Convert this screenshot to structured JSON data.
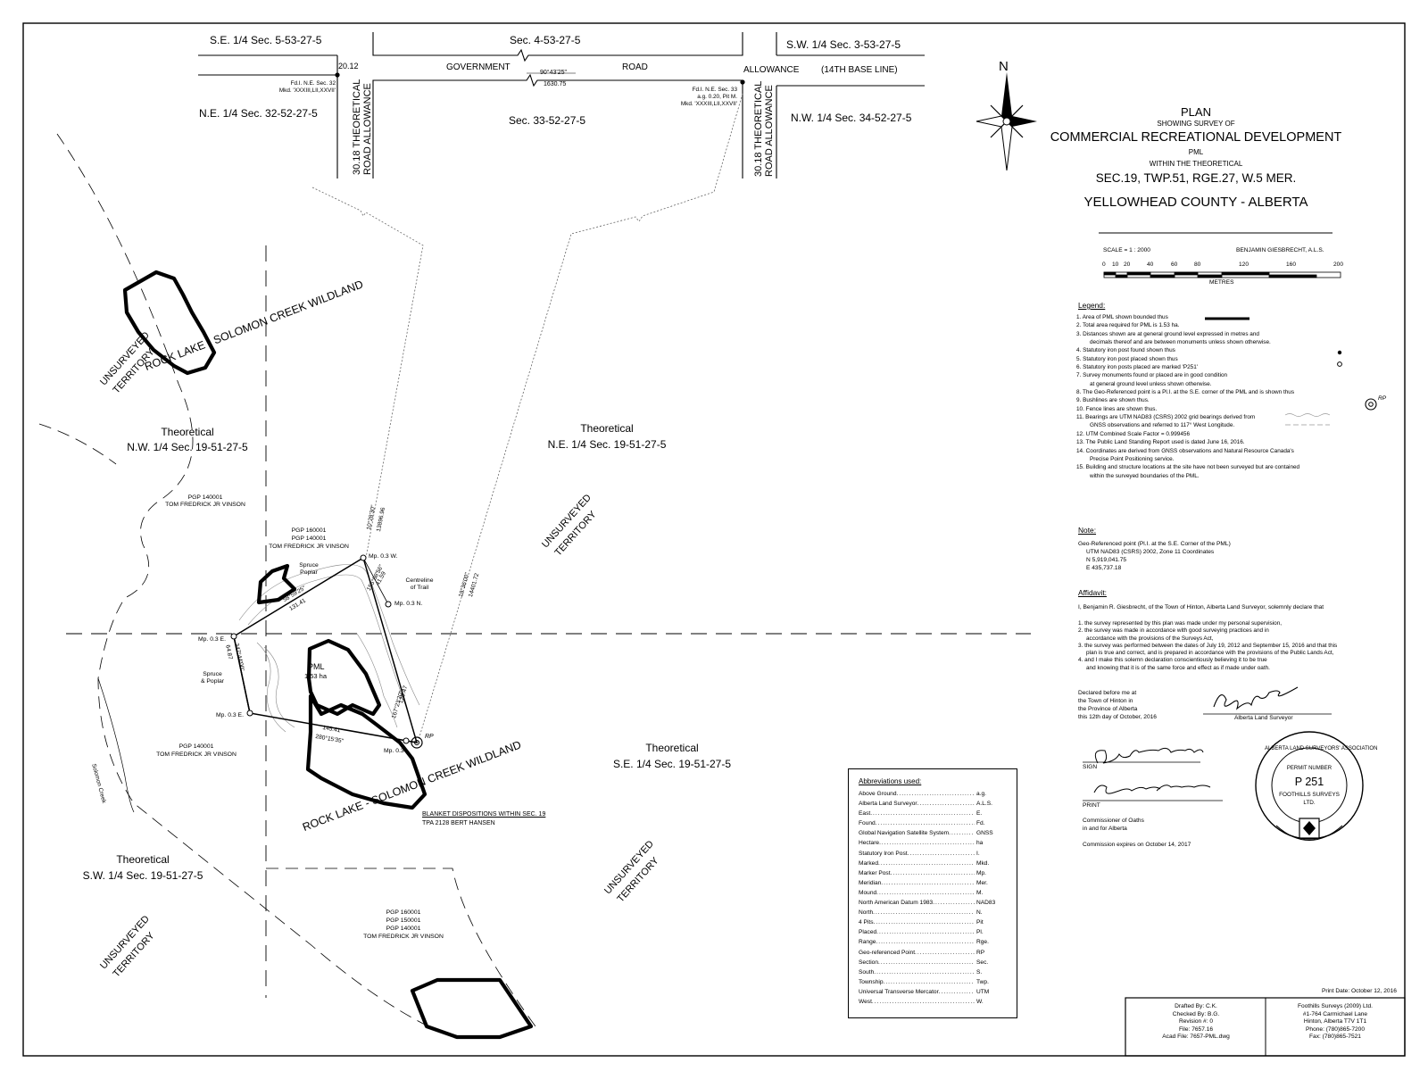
{
  "map": {
    "north_arrow": "N",
    "sections": {
      "se_5_53": "S.E. 1/4 Sec. 5-53-27-5",
      "sec_4_53": "Sec. 4-53-27-5",
      "sw_3_53": "S.W. 1/4 Sec. 3-53-27-5",
      "ne_32_52": "N.E. 1/4 Sec. 32-52-27-5",
      "sec_33_52": "Sec. 33-52-27-5",
      "nw_34_52": "N.W. 1/4 Sec. 34-52-27-5",
      "theoretical": "Theoretical",
      "nw_19": "N.W. 1/4 Sec. 19-51-27-5",
      "ne_19": "N.E. 1/4 Sec. 19-51-27-5",
      "se_19": "S.E. 1/4 Sec. 19-51-27-5",
      "sw_19": "S.W. 1/4 Sec. 19-51-27-5"
    },
    "road": {
      "government": "GOVERNMENT",
      "road": "ROAD",
      "allowance": "ALLOWANCE",
      "base_line": "(14TH BASE LINE)",
      "bearing": "90°43'25\"",
      "distance": "1630.75",
      "dist_2012": "20.12",
      "road_allow_1": "30.18 THEORETICAL",
      "road_allow_2": "ROAD ALLOWANCE",
      "fd_left_1": "Fd.I. N.E. Sec. 32",
      "fd_left_2": "Mkd. 'XXXIII,LII,XXVII'",
      "fd_right_1": "Fd.I. N.E. Sec. 33",
      "fd_right_2": "a.g. 0.20, Pit M.",
      "fd_right_3": "Mkd. 'XXXIII,LII,XXVII'"
    },
    "territory": {
      "unsurveyed": "UNSURVEYED",
      "territory": "TERRITORY"
    },
    "wildland": "ROCK LAKE - SOLOMON CREEK WILDLAND",
    "dispositions": {
      "pgp_140001": "PGP 140001",
      "pgp_150001": "PGP 150001",
      "pgp_160001": "PGP 160001",
      "vinson": "TOM FREDRICK JR VINSON",
      "blanket": "BLANKET DISPOSITIONS WITHIN SEC. 19",
      "tpa": "TPA 2128  BERT HANSEN"
    },
    "survey": {
      "mp_w": "Mp. 0.3 W.",
      "mp_n": "Mp. 0.3 N.",
      "mp_e1": "Mp. 0.3 E.",
      "mp_e2": "Mp. 0.3 E.",
      "mp_s": "Mp. 0.3",
      "rp": "RP",
      "centreline_1": "Centreline",
      "centreline_2": "of Trail",
      "spruce_1": "Spruce",
      "poplar_1": "Poplar",
      "spruce_2": "Spruce",
      "poplar_2": "& Poplar",
      "pml": "PML",
      "pml_area": "1.53 ha",
      "solomon_creek": "Solomon Creek",
      "b_58": "58°59'25\"",
      "d_131": "131.41",
      "b_155": "155°08'56\"",
      "d_41": "41.59",
      "b_347": "347°44'00\"",
      "d_64": "64.87",
      "d_145": "145.41",
      "b_280": "280°15'35\"",
      "d_120": "120.47",
      "b_167": "167°23'20\"",
      "b_10": "10°28'30\"",
      "d_1389": "13896.96",
      "b_19": "19°36'00\"",
      "d_1440": "14401.72"
    }
  },
  "title_block": {
    "plan": "PLAN",
    "showing": "SHOWING SURVEY OF",
    "project": "COMMERCIAL RECREATIONAL DEVELOPMENT",
    "pml": "PML",
    "within": "WITHIN THE THEORETICAL",
    "location": "SEC.19, TWP.51, RGE.27, W.5 MER.",
    "county": "YELLOWHEAD COUNTY - ALBERTA",
    "scale": "SCALE = 1 : 2000",
    "surveyor": "BENJAMIN GIESBRECHT, A.L.S.",
    "scale_ticks": [
      "0",
      "10",
      "20",
      "40",
      "60",
      "80",
      "120",
      "160",
      "200"
    ],
    "metres": "METRES"
  },
  "legend": {
    "heading": "Legend:",
    "items": [
      "1.  Area of PML shown bounded thus",
      "2.  Total area required for PML is 1.53 ha.",
      "3.  Distances shown are at general ground level expressed in metres and",
      "decimals thereof and are between monuments unless shown otherwise.",
      "4.  Statutory iron post found shown thus",
      "5.  Statutory iron post placed shown thus",
      "6.  Statutory iron posts placed are marked 'P251'",
      "7.  Survey monuments found or placed are in good condition",
      "at general ground level unless shown otherwise.",
      "8.  The Geo-Referenced point is a Pl.I. at the S.E. corner of the PML and is shown thus",
      "9.  Bushlines are shown thus.",
      "10.  Fence lines are shown thus.",
      "11.  Bearings are UTM NAD83 (CSRS) 2002 grid bearings derived from",
      "GNSS observations and referred to 117° West Longitude.",
      "12.  UTM Combined Scale Factor = 0.999456",
      "13.  The Public Land Standing Report used is dated June 16, 2016.",
      "14.  Coordinates are derived from GNSS observations and Natural Resource Canada's",
      "Precise Point Positioning service.",
      "15.  Building and structure locations at the site have not been surveyed but are contained",
      "within the surveyed boundaries of the PML."
    ],
    "rp_label": "RP"
  },
  "note": {
    "heading": "Note:",
    "lines": [
      "Geo-Referenced point (Pl.I. at the S.E. Corner of the PML)",
      "UTM NAD83 (CSRS) 2002, Zone 11 Coordinates",
      "N 5,919,041.75",
      "E 435,737.18"
    ]
  },
  "affidavit": {
    "heading": "Affidavit:",
    "intro": "I, Benjamin R. Giesbrecht, of the Town of Hinton, Alberta Land Surveyor, solemnly declare that",
    "lines": [
      "1.  the survey represented by this plan was made under my personal supervision,",
      "2.  the survey was made in accordance with good surveying practices and in",
      "accordance with the provisions of the Surveys Act,",
      "3.  the survey was performed between the dates of July 19, 2012 and September 15, 2016 and that this",
      "plan is true and correct, and is prepared in accordance with the provisions of the Public Lands Act,",
      "4.  and I make this solemn declaration conscientiously believing it to be true",
      "and knowing that it is of the same force and effect as if made under oath."
    ],
    "declared": [
      "Declared before me at",
      "the Town of Hinton in",
      "the Province of Alberta",
      "this 12th day of October, 2016"
    ],
    "als_label": "Alberta Land Surveyor",
    "sign": "SIGN",
    "print": "PRINT",
    "commissioner": [
      "Commissioner of Oaths",
      "in and for Alberta"
    ],
    "expires": "Commission expires on October 14, 2017"
  },
  "seal": {
    "arc": "ALBERTA LAND SURVEYORS' ASSOCIATION",
    "permit_label": "PERMIT NUMBER",
    "permit": "P 251",
    "firm_1": "FOOTHILLS SURVEYS",
    "firm_2": "LTD."
  },
  "abbreviations": {
    "heading": "Abbreviations used:",
    "items": [
      {
        "name": "Above Ground",
        "abbr": "a.g."
      },
      {
        "name": "Alberta Land Surveyor",
        "abbr": "A.L.S."
      },
      {
        "name": "East",
        "abbr": "E."
      },
      {
        "name": "Found",
        "abbr": "Fd."
      },
      {
        "name": "Global Navigation Satellite System",
        "abbr": "GNSS"
      },
      {
        "name": "Hectare",
        "abbr": "ha"
      },
      {
        "name": "Statutory Iron Post",
        "abbr": "I."
      },
      {
        "name": "Marked",
        "abbr": "Mkd."
      },
      {
        "name": "Marker Post",
        "abbr": "Mp."
      },
      {
        "name": "Meridian",
        "abbr": "Mer."
      },
      {
        "name": "Mound",
        "abbr": "M."
      },
      {
        "name": "North American Datum 1983",
        "abbr": "NAD83"
      },
      {
        "name": "North",
        "abbr": "N."
      },
      {
        "name": "4 Pits",
        "abbr": "Pit"
      },
      {
        "name": "Placed",
        "abbr": "Pl."
      },
      {
        "name": "Range",
        "abbr": "Rge."
      },
      {
        "name": "Geo-referenced Point",
        "abbr": "RP"
      },
      {
        "name": "Section",
        "abbr": "Sec."
      },
      {
        "name": "South",
        "abbr": "S."
      },
      {
        "name": "Township",
        "abbr": "Twp."
      },
      {
        "name": "Universal Transverse Mercator",
        "abbr": "UTM"
      },
      {
        "name": "West",
        "abbr": "W."
      }
    ]
  },
  "footer": {
    "print_date": "Print Date: October 12, 2016",
    "drafted": "Drafted By: C.K.",
    "checked": "Checked By: B.G.",
    "revision": "Revision #: 0",
    "file": "File: 7657.16",
    "acad": "Acad File: 7657-PML.dwg",
    "company": "Foothills Surveys (2009) Ltd.",
    "address": "#1-764 Carmichael Lane",
    "city": "Hinton, Alberta  T7V 1T1",
    "phone": "Phone: (780)865-7200",
    "fax": "Fax: (780)865-7521"
  }
}
